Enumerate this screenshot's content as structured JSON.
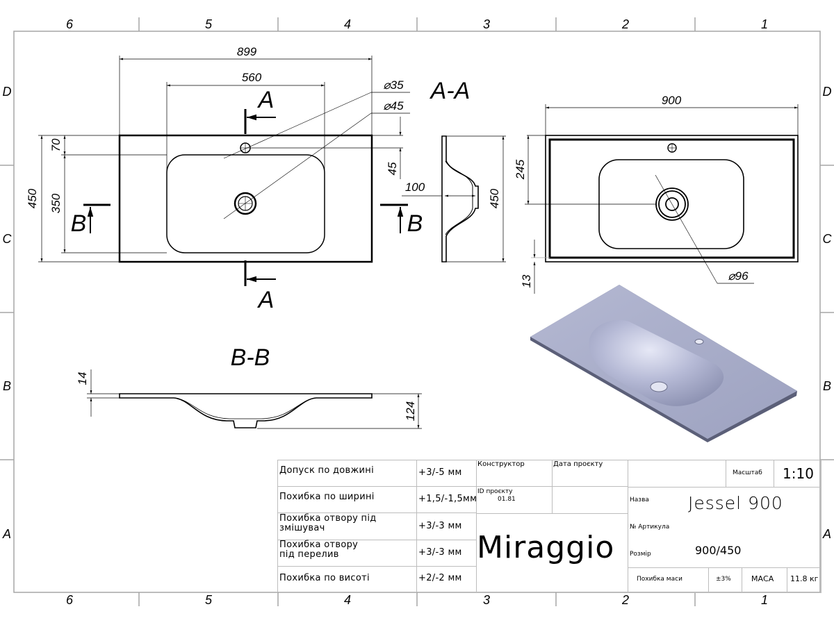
{
  "frame": {
    "column_labels": [
      "6",
      "5",
      "4",
      "3",
      "2",
      "1"
    ],
    "row_labels": [
      "D",
      "C",
      "B",
      "A"
    ]
  },
  "views": {
    "plan": {
      "dims": {
        "overall_length": "899",
        "bowl_length": "560",
        "overall_width": "450",
        "bowl_width": "350",
        "tap_offset": "70"
      },
      "section_marks": {
        "a": "A",
        "b": "B"
      }
    },
    "section_aa": {
      "title": "A-A",
      "dims": {
        "tap_hole": "⌀35",
        "drain_hole": "⌀45",
        "tap_edge": "45",
        "depth": "100",
        "width": "450"
      }
    },
    "bottom_view": {
      "dims": {
        "length": "900",
        "drain_center": "245",
        "width": "450",
        "edge": "13",
        "drain_ring": "⌀96"
      }
    },
    "section_bb": {
      "title": "B-B",
      "dims": {
        "thickness": "14",
        "depth": "124"
      }
    },
    "iso_view": {
      "color": "#a9aec9"
    }
  },
  "title_block": {
    "tolerances": [
      {
        "label": "Допуск по довжині",
        "value": "+3/-5 мм"
      },
      {
        "label": "Похибка по ширині",
        "value": "+1,5/-1,5мм"
      },
      {
        "label": "Похибка отвору під змішувач",
        "value": "+3/-3 мм"
      },
      {
        "label": "Похибка отвору під перелив",
        "value": "+3/-3 мм"
      },
      {
        "label": "Похибка по висоті",
        "value": "+2/-2 мм"
      }
    ],
    "designer_label": "Конструктор",
    "date_label": "Дата проєкту",
    "project_id_label": "ID проєкту",
    "project_id": "01.81",
    "brand": "Miraggio",
    "scale_label": "Масштаб",
    "scale": "1:10",
    "name_label": "Назва",
    "name": "Jessel 900",
    "article_label": "№ Артикула",
    "size_label": "Розмір",
    "size": "900/450",
    "mass_tol_label": "Похибка маси",
    "mass_tol": "±3%",
    "mass_label": "МАСА",
    "mass": "11.8 кг"
  }
}
